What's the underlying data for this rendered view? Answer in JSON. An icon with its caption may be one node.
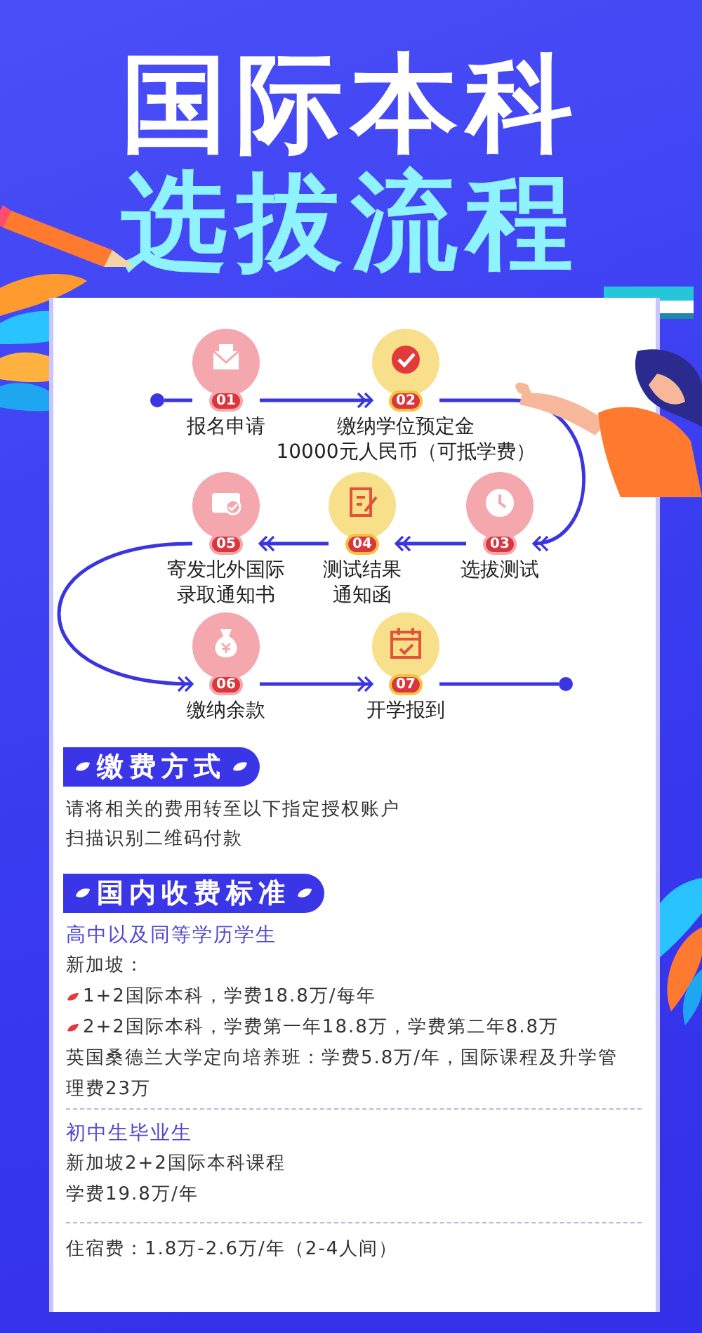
{
  "diagram": {
    "title": "国际本科选拔流程",
    "nodes": [
      {
        "text": [],
        "shape": "circle"
      },
      {
        "text": [
          "01",
          "报名申请"
        ]
      },
      {
        "text": [
          "02",
          "缴纳学位预定金10000元人民币（可抵学费）"
        ]
      },
      {
        "text": [
          "03",
          "选拔测试"
        ]
      },
      {
        "text": [
          "04",
          "测试结果通知函"
        ]
      },
      {
        "text": [
          "05",
          "寄发北外国际录取通知书"
        ]
      },
      {
        "text": [
          "06",
          "缴纳余款"
        ]
      },
      {
        "text": [
          "07",
          "开学报到"
        ]
      },
      {
        "text": [],
        "shape": "circle"
      },
      {
        "text": [
          "缴费方式"
        ]
      },
      {
        "text": [
          "国内收费标准"
        ]
      }
    ],
    "edges": [
      {
        "from": 0,
        "to": 1,
        "arrow": "none"
      },
      {
        "from": 1,
        "to": 2,
        "arrow": "to"
      },
      {
        "from": 2,
        "to": 3,
        "arrow": "to"
      },
      {
        "from": 3,
        "to": 4,
        "arrow": "to"
      },
      {
        "from": 4,
        "to": 5,
        "arrow": "to"
      },
      {
        "from": 5,
        "to": 6,
        "arrow": "to"
      },
      {
        "from": 6,
        "to": 7,
        "arrow": "to"
      },
      {
        "from": 7,
        "to": 8,
        "arrow": "none"
      }
    ],
    "labels": [
      "请将相关的费用转至以下指定授权账户",
      "扫描识别二维码付款",
      "高中以及同等学历学生",
      "新加坡：",
      "1+2国际本科，学费18.8万/每年",
      "2+2国际本科，学费第一年18.8万，学费第二年8.8万",
      "英国桑德兰大学定向培养班：学费5.8万/年，国际课程及升学管理费23万",
      "初中生毕业生",
      "新加坡2+2国际本科课程",
      "学费19.8万/年",
      "住宿费：1.8万-2.6万/年（2-4人间）"
    ]
  }
}
